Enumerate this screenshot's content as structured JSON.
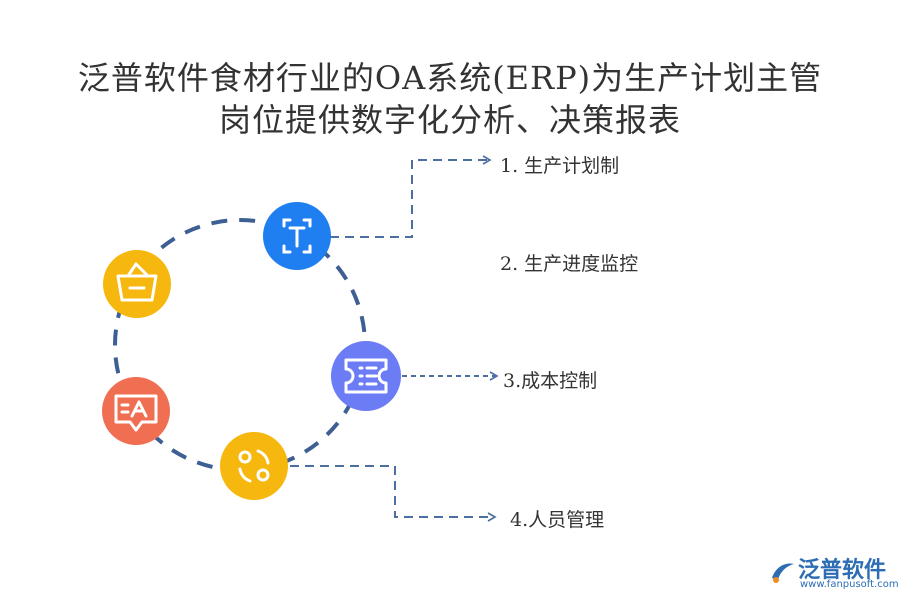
{
  "title": {
    "line1": "泛普软件食材行业的OA系统(ERP)为生产计划主管",
    "line2": "岗位提供数字化分析、决策报表"
  },
  "items": [
    {
      "label": "1.  生产计划制",
      "color": "#1f7ff0",
      "icon": "text-box-icon"
    },
    {
      "label": "2.  生产进度监控",
      "color": "#6b7cf5",
      "icon": "ticket-list-icon"
    },
    {
      "label": "3.成本控制",
      "color": "#f6b80e",
      "icon": "refresh-cycle-icon"
    },
    {
      "label": "4.人员管理",
      "color": "#f06f52",
      "icon": "chat-text-icon"
    }
  ],
  "extra_node": {
    "color": "#f6b80e",
    "icon": "basket-icon"
  },
  "colors": {
    "connector": "#4a6fa0",
    "ring": "#3d5f93",
    "text": "#333333"
  },
  "logo": {
    "name": "泛普软件",
    "url": "www.fanpusoft.com"
  }
}
